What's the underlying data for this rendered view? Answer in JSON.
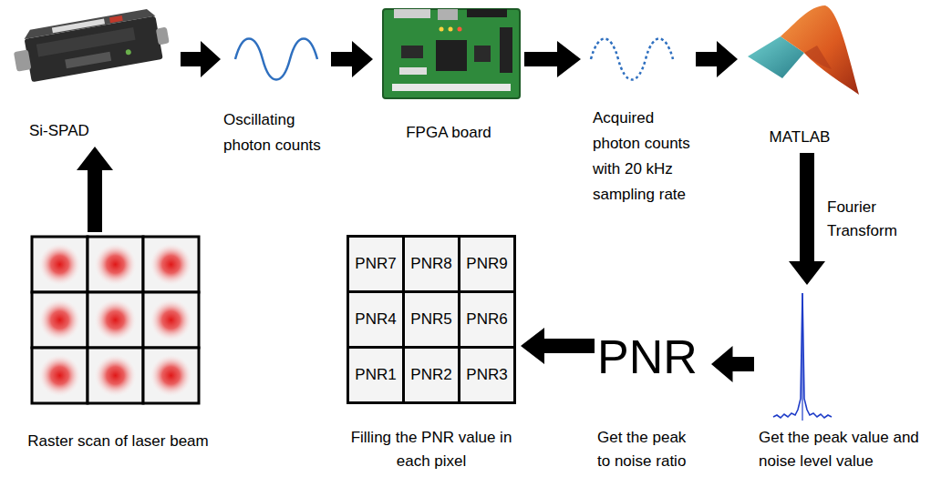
{
  "diagram": {
    "nodes": [
      {
        "text": [
          "Si-SPAD"
        ]
      },
      {
        "text": [
          "Oscillating photon counts"
        ]
      },
      {
        "text": [
          "FPGA board"
        ]
      },
      {
        "text": [
          "Acquired photon counts with 20 kHz sampling rate"
        ]
      },
      {
        "text": [
          "MATLAB"
        ]
      },
      {
        "text": [
          "Raster scan of laser beam"
        ]
      },
      {
        "text": [
          "Filling the PNR value in each pixel"
        ]
      },
      {
        "text": [
          "PNR7"
        ],
        "in": 6
      },
      {
        "text": [
          "PNR8"
        ],
        "in": 6
      },
      {
        "text": [
          "PNR9"
        ],
        "in": 6
      },
      {
        "text": [
          "PNR4"
        ],
        "in": 6
      },
      {
        "text": [
          "PNR5"
        ],
        "in": 6
      },
      {
        "text": [
          "PNR6"
        ],
        "in": 6
      },
      {
        "text": [
          "PNR1"
        ],
        "in": 6
      },
      {
        "text": [
          "PNR2"
        ],
        "in": 6
      },
      {
        "text": [
          "PNR3"
        ],
        "in": 6
      },
      {
        "text": [
          "PNR",
          "Get the peak to noise ratio"
        ]
      },
      {
        "text": [
          "Get the peak value and noise level value"
        ]
      }
    ],
    "edges": [
      {
        "from": 0,
        "to": 1,
        "arrow": "to"
      },
      {
        "from": 1,
        "to": 2,
        "arrow": "to"
      },
      {
        "from": 2,
        "to": 3,
        "arrow": "to"
      },
      {
        "from": 3,
        "to": 4,
        "arrow": "to"
      },
      {
        "from": 4,
        "to": 17,
        "label": "Fourier Transform",
        "arrow": "to"
      },
      {
        "from": 17,
        "to": 16,
        "arrow": "to"
      },
      {
        "from": 16,
        "to": 6,
        "arrow": "to"
      },
      {
        "from": 5,
        "to": 0,
        "arrow": "to"
      }
    ]
  }
}
